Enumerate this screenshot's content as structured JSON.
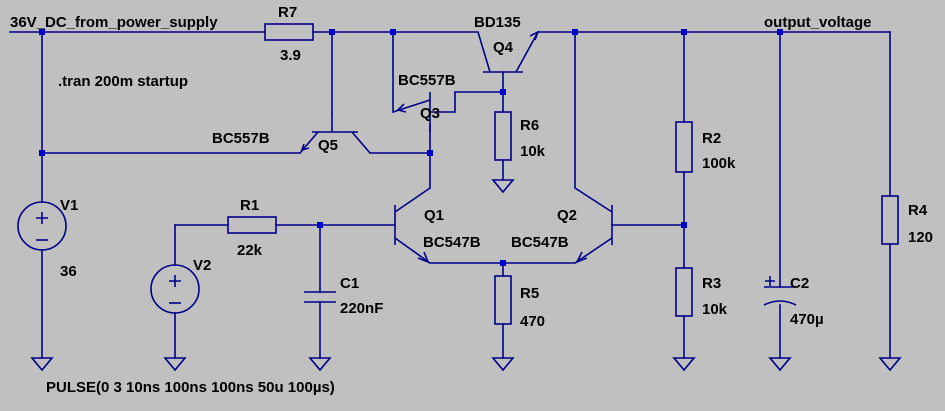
{
  "net_labels": {
    "supply": "36V_DC_from_power_supply",
    "output": "output_voltage"
  },
  "directives": {
    "tran": ".tran 200m startup",
    "pulse": "PULSE(0 3 10ns 100ns 100ns 50u 100µs)"
  },
  "components": {
    "R7": {
      "ref": "R7",
      "value": "3.9"
    },
    "R1": {
      "ref": "R1",
      "value": "22k"
    },
    "R2": {
      "ref": "R2",
      "value": "100k"
    },
    "R3": {
      "ref": "R3",
      "value": "10k"
    },
    "R4": {
      "ref": "R4",
      "value": "120"
    },
    "R5": {
      "ref": "R5",
      "value": "470"
    },
    "R6": {
      "ref": "R6",
      "value": "10k"
    },
    "C1": {
      "ref": "C1",
      "value": "220nF"
    },
    "C2": {
      "ref": "C2",
      "value": "470µ"
    },
    "V1": {
      "ref": "V1",
      "value": "36"
    },
    "V2": {
      "ref": "V2"
    },
    "Q1": {
      "ref": "Q1",
      "model": "BC547B"
    },
    "Q2": {
      "ref": "Q2",
      "model": "BC547B"
    },
    "Q3": {
      "ref": "Q3",
      "model": "BC557B"
    },
    "Q4": {
      "ref": "Q4",
      "model": "BD135"
    },
    "Q5": {
      "ref": "Q5",
      "model": "BC557B"
    }
  },
  "colors": {
    "background": "#c0c0c0",
    "wire": "#00008b",
    "junction": "#0000cc"
  }
}
